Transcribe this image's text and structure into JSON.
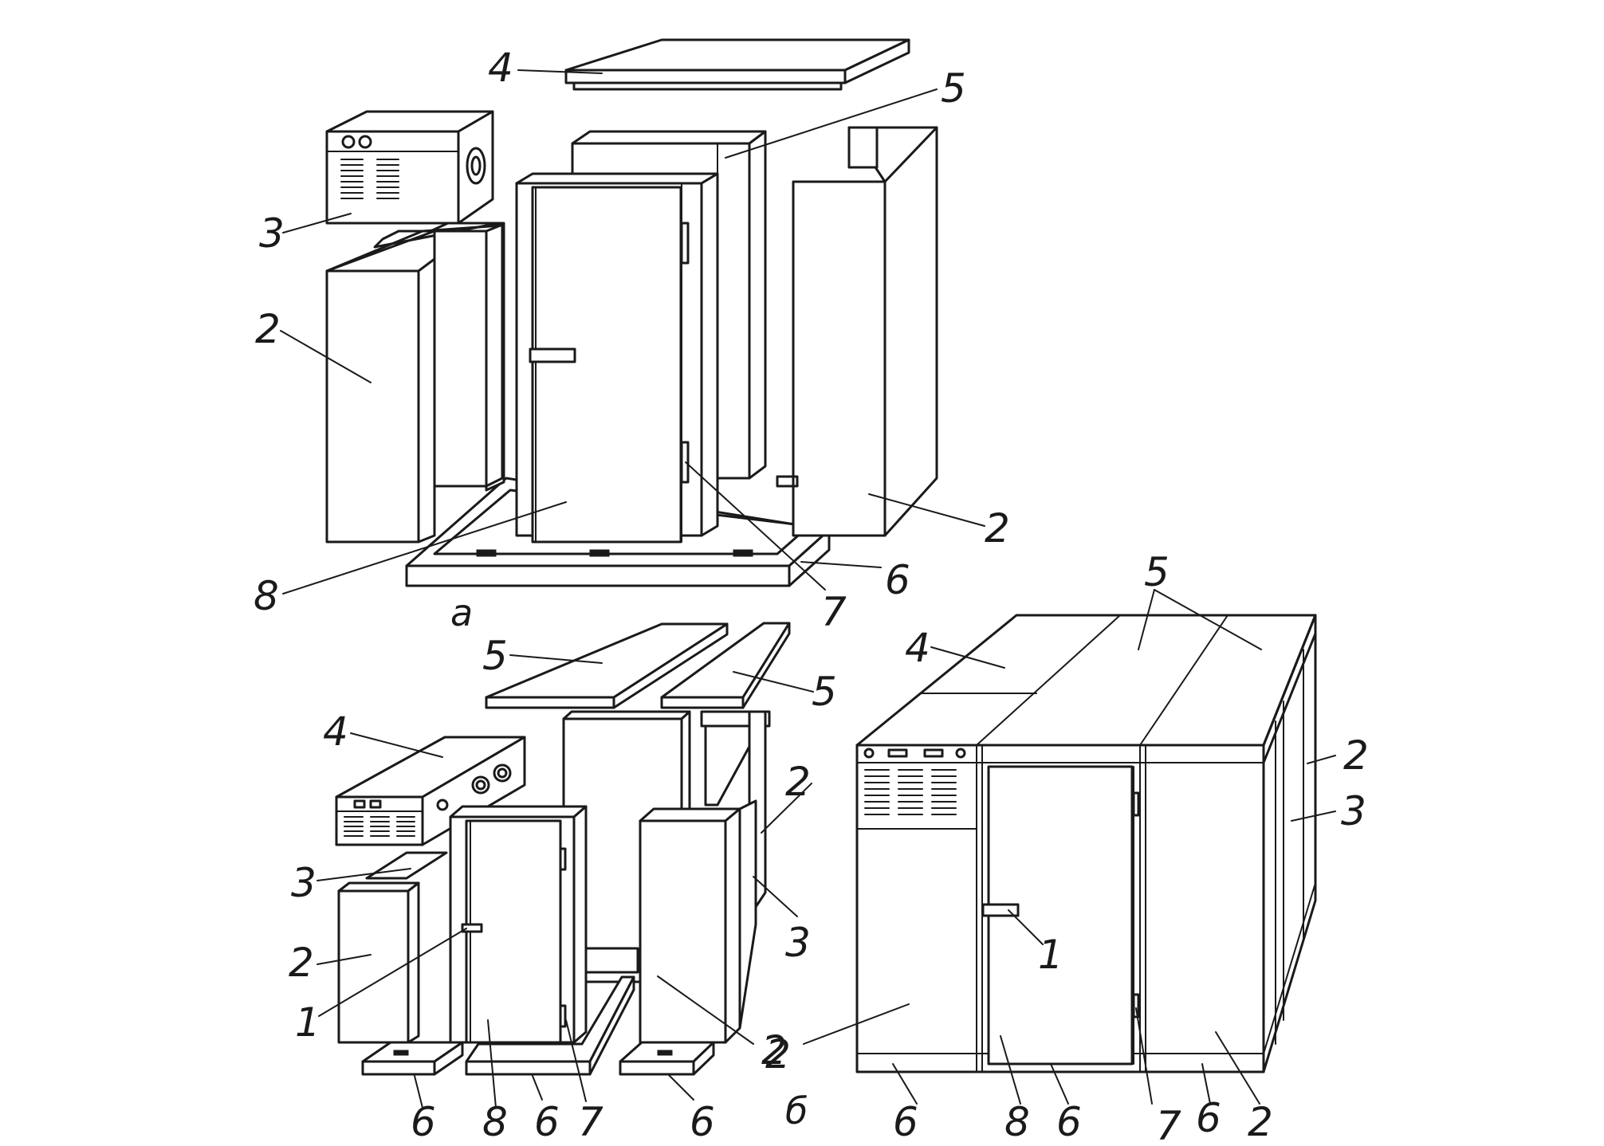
{
  "figure": {
    "captions": {
      "a": "а",
      "b": "б"
    },
    "labels": {
      "a": {
        "top_cover": "4",
        "back_panel": "5",
        "control_unit": "3",
        "left_wall": "2",
        "right_wall": "2",
        "base_frame": "6",
        "door_hinge": "7",
        "door": "8"
      },
      "b_exploded": {
        "panel_5_left": "5",
        "panel_5_right": "5",
        "cover_4": "4",
        "unit_3": "3",
        "wall_2_left": "2",
        "handle_1": "1",
        "wall_2_back": "2",
        "seal_3": "3",
        "wall_2_front": "2",
        "base_6_a": "6",
        "door_8": "8",
        "base_6_b": "6",
        "hinge_7": "7",
        "base_6_c": "6"
      },
      "b_assembled": {
        "top_5": "5",
        "cover_4": "4",
        "side_2_top": "2",
        "side_3": "3",
        "handle_1": "1",
        "wall_2_front": "2",
        "base_6_a": "6",
        "door_8": "8",
        "base_6_b": "6",
        "hinge_7": "7",
        "base_6_c": "6",
        "wall_2_right": "2"
      }
    }
  }
}
